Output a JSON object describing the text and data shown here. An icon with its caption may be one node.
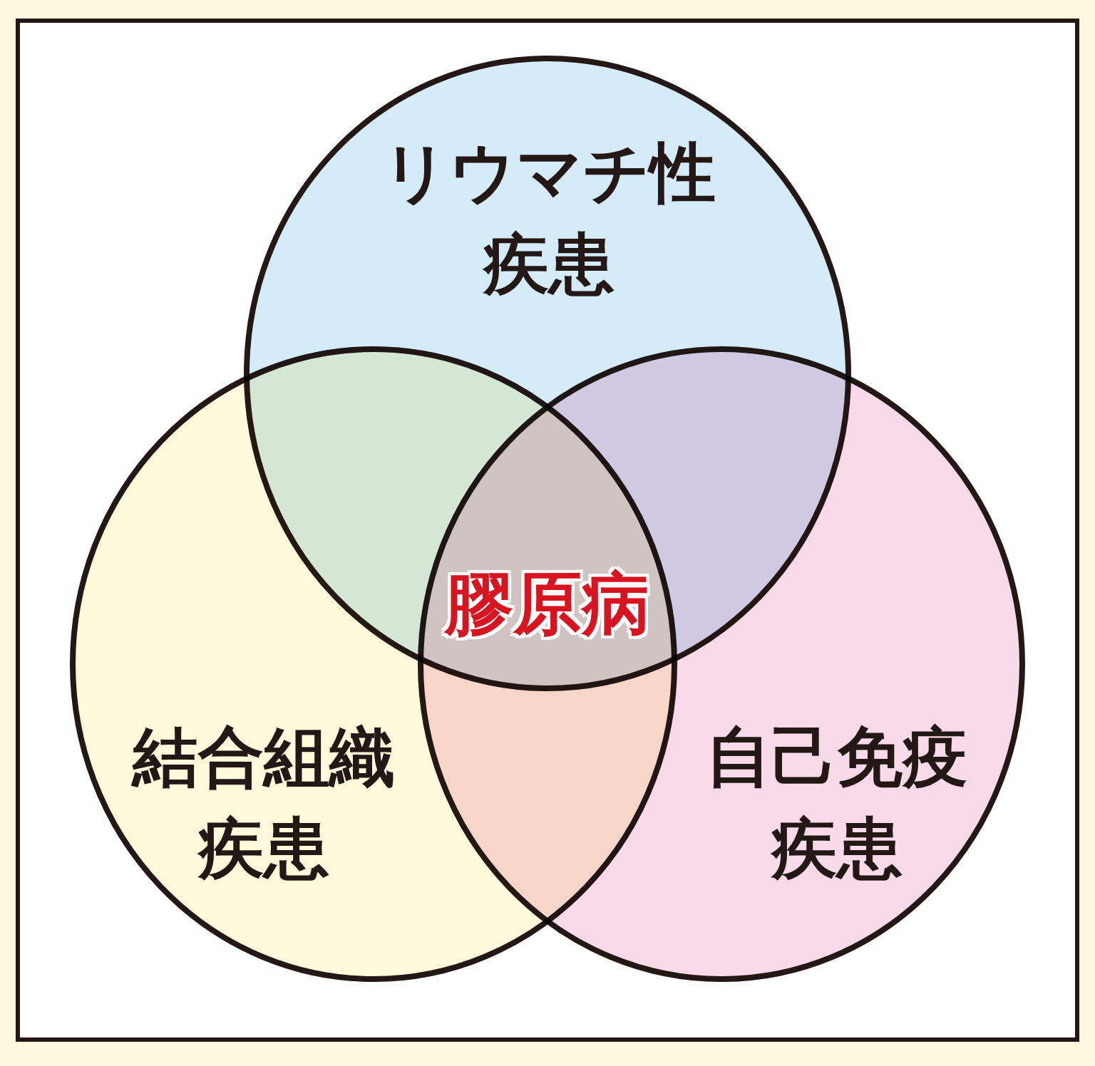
{
  "diagram": {
    "nodes": [
      {
        "text": [
          "リウマチ性疾患"
        ]
      },
      {
        "text": [
          "結合組織疾患"
        ]
      },
      {
        "text": [
          "自己免疫疾患"
        ]
      }
    ],
    "labels": [
      "膠原病"
    ]
  }
}
